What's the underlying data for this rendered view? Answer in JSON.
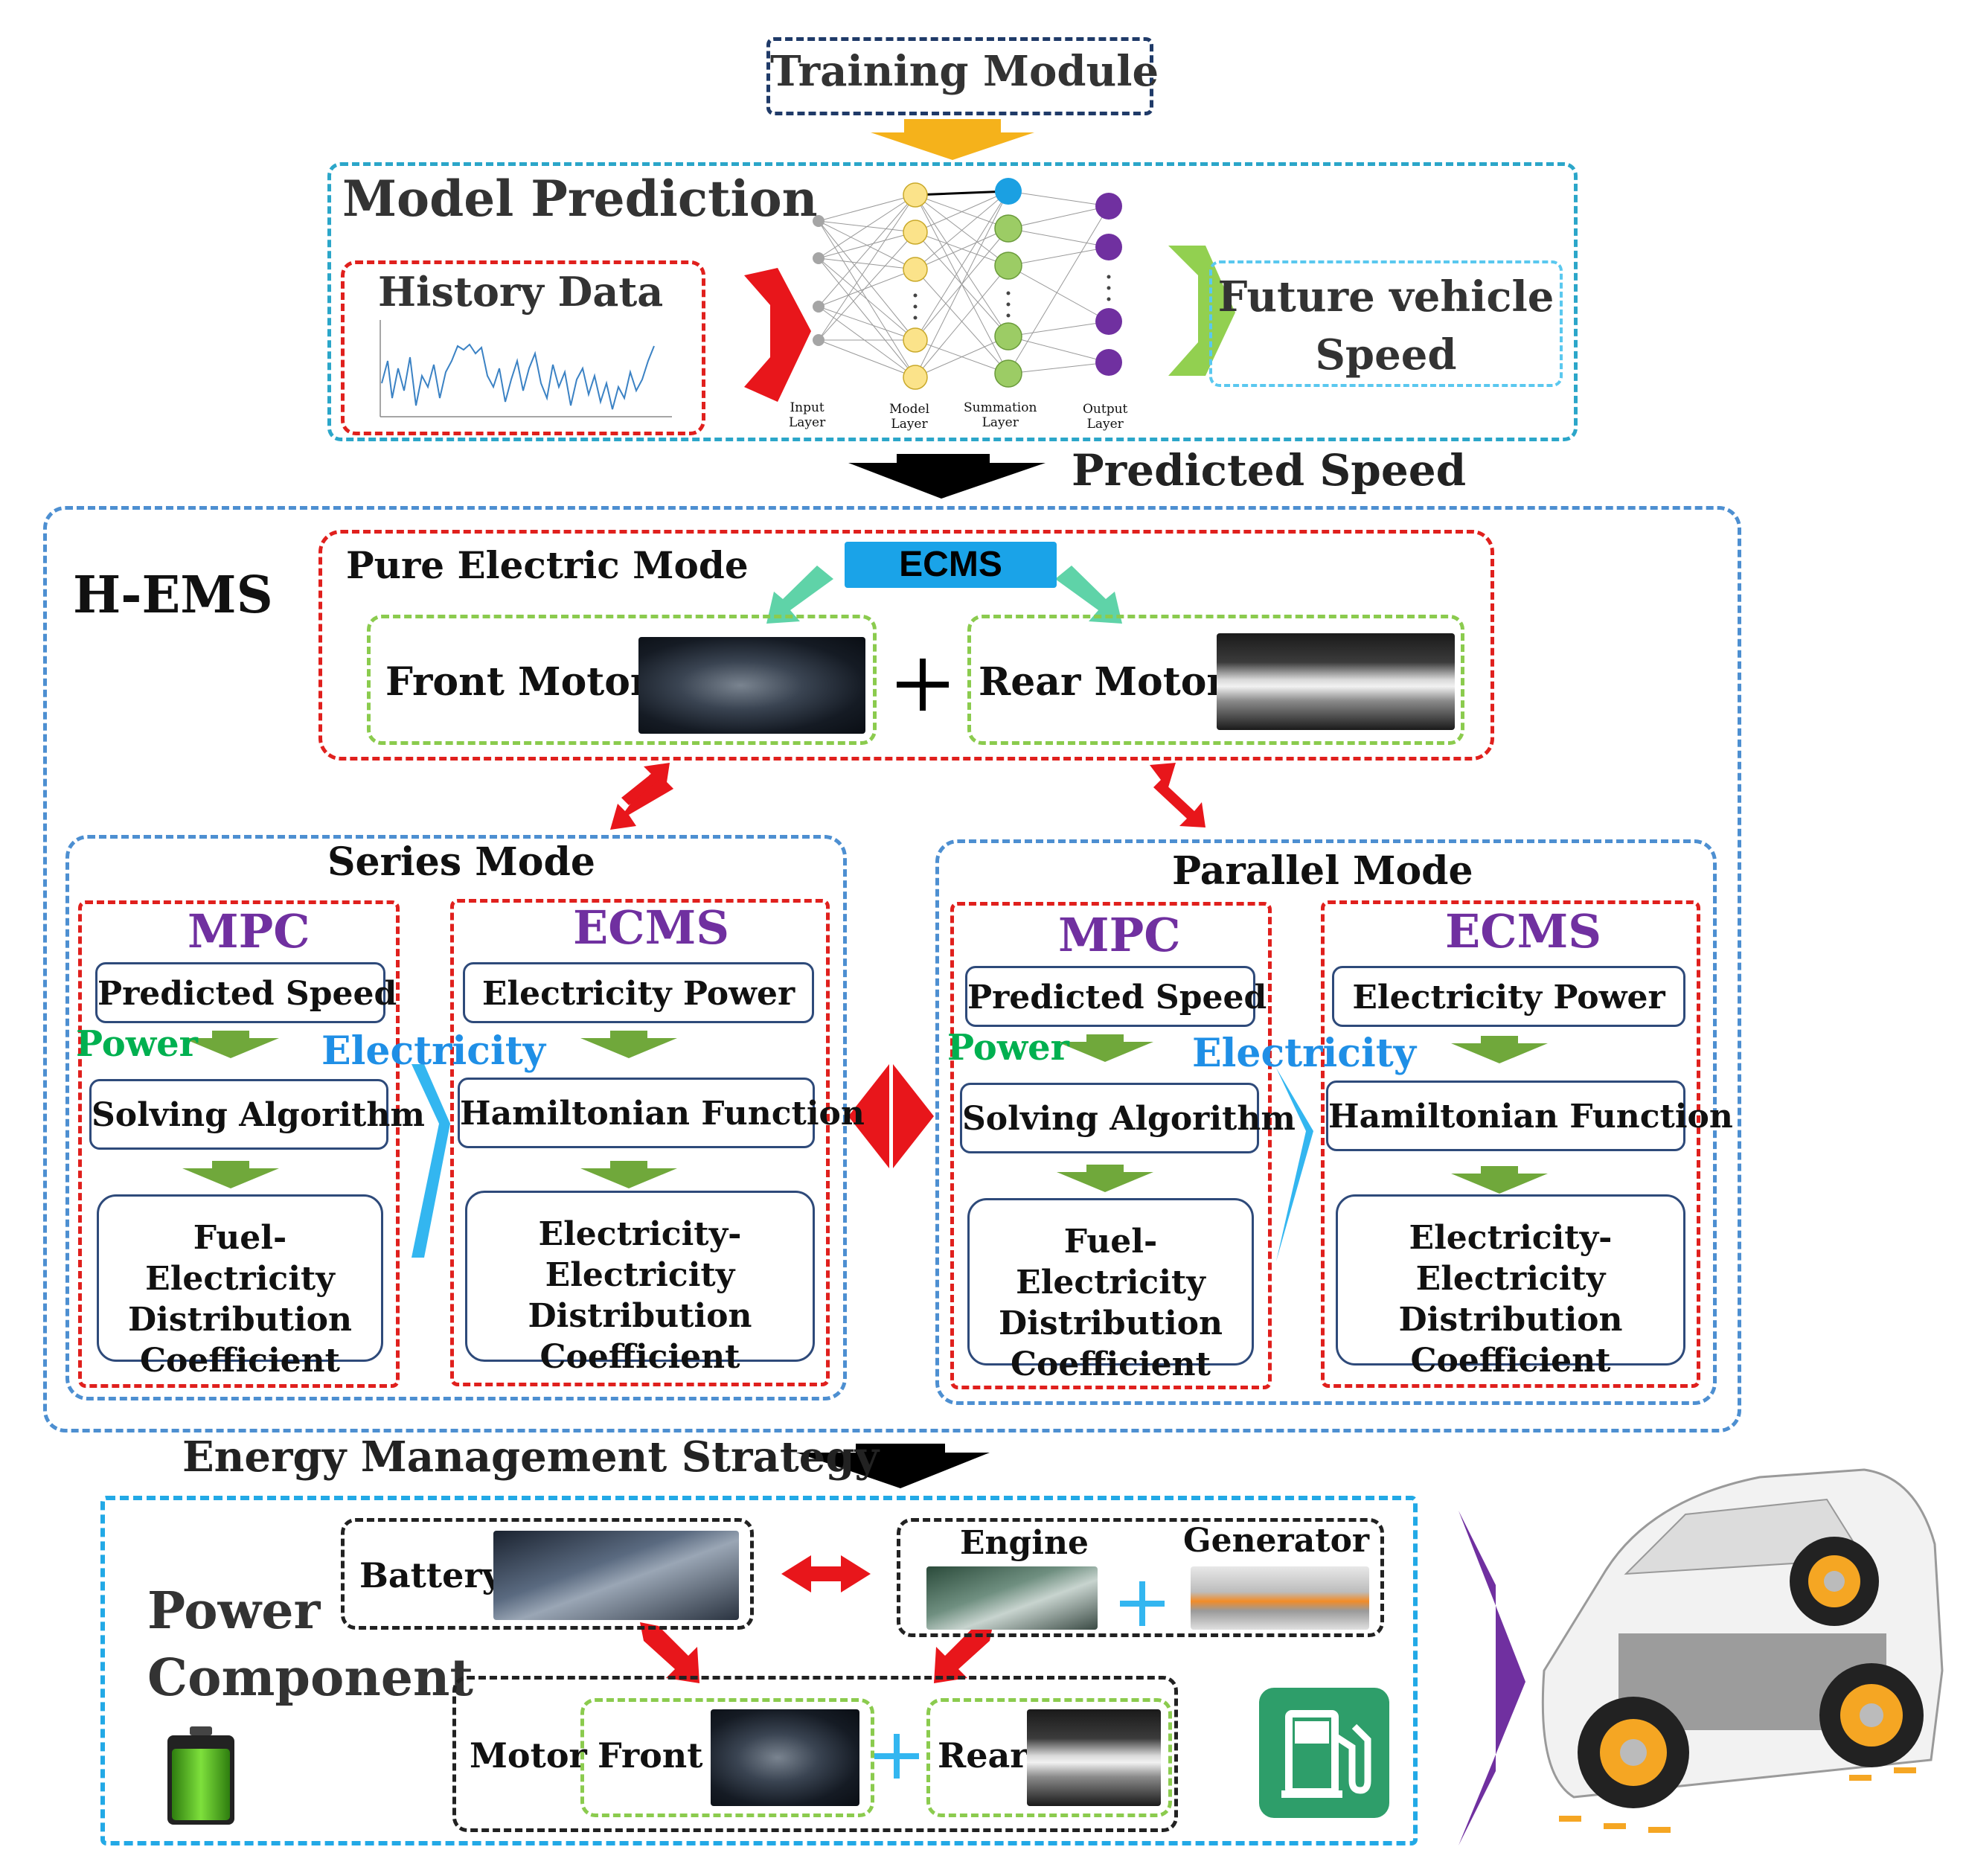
{
  "training_module": "Training Module",
  "model_prediction": {
    "title": "Model Prediction",
    "history_data": "History Data",
    "layers": [
      "Input\nLayer",
      "Model\nLayer",
      "Summation\nLayer",
      "Output\nLayer"
    ],
    "future_speed_line1": "Future vehicle",
    "future_speed_line2": "Speed"
  },
  "predicted_speed_label": "Predicted Speed",
  "hems": {
    "title": "H-EMS",
    "pure_electric_mode": "Pure Electric Mode",
    "ecms": "ECMS",
    "front_motor": "Front Motor",
    "rear_motor": "Rear Motor",
    "series_mode": {
      "title": "Series Mode",
      "mpc": "MPC",
      "predicted_speed": "Predicted Speed",
      "power": "Power",
      "solving_algorithm": "Solving Algorithm",
      "fuel_coeff": "Fuel-Electricity Distribution Coefficient",
      "ecms": "ECMS",
      "electricity": "Electricity",
      "electricity_power": "Electricity Power",
      "hamiltonian": "Hamiltonian Function",
      "elec_coeff": "Electricity-Electricity Distribution Coefficient"
    },
    "parallel_mode": {
      "title": "Parallel Mode",
      "mpc": "MPC",
      "predicted_speed": "Predicted Speed",
      "power": "Power",
      "solving_algorithm": "Solving Algorithm",
      "fuel_coeff": "Fuel-Electricity Distribution Coefficient",
      "ecms": "ECMS",
      "electricity": "Electricity",
      "electricity_power": "Electricity Power",
      "hamiltonian": "Hamiltonian Function",
      "elec_coeff": "Electricity-Electricity Distribution Coefficient"
    }
  },
  "energy_management_strategy": "Energy Management Strategy",
  "power_component": {
    "title_line1": "Power",
    "title_line2": "Component",
    "battery": "Battery",
    "engine": "Engine",
    "generator": "Generator",
    "motor": "Motor",
    "front": "Front",
    "rear": "Rear"
  },
  "colors": {
    "arrow_orange": "#f5b21b",
    "arrow_red": "#e8161b",
    "arrow_green": "#92d050",
    "arrow_olive": "#70a83b",
    "arrow_teal": "#5fd3a8",
    "arrow_purple": "#7030a0",
    "arrow_cyan": "#33b6f0",
    "ecms_bar": "#1aa3e8",
    "mpc_text": "#7030a0",
    "power_text": "#00b050",
    "electricity_text": "#1f8fe6",
    "fuel_icon": "#2e9e6a"
  }
}
